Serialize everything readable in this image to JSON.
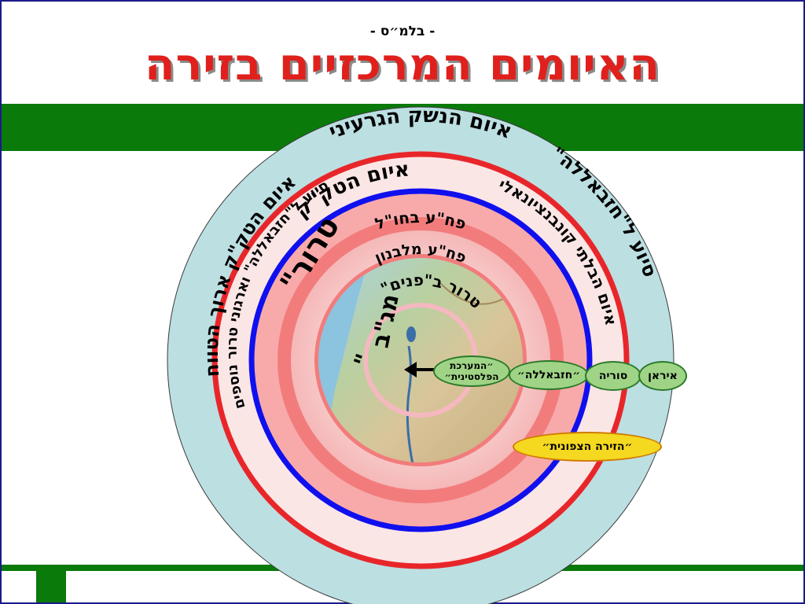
{
  "header": {
    "classification": "- בלמ״ס -",
    "title": "האיומים המרכזיים בזירה"
  },
  "rings": {
    "outer_top": "איום הנשק הגרעיני",
    "outer_left": "איום הטק\"ק ארוך הטווח",
    "outer_right": "סיוע ל\"חזבאללה\"",
    "red_top": "איום הטק\"ק",
    "red_left": "סיוע ל\"חזבאללה\" וארגוני טרור נוספים",
    "red_right": "איום הבלתי קונבנציונאלי",
    "blue_top": "פח\"ע בחו\"ל",
    "pink_top": "פח\"ע מלבנון",
    "terror_big": "טרור\"",
    "inner_top": "טרור ב\"פנים\"",
    "inner_mid": "מג\"ב",
    "inner_quote": "\""
  },
  "entities": {
    "palestinian": "״המערכת הפלסטינית״",
    "hezbollah": "״חזבאללה״",
    "syria": "סוריה",
    "iran": "איראן",
    "northern_arena": "״הזירה הצפונית״"
  },
  "colors": {
    "title_red": "#e0201c",
    "bar_green": "#0a7a0a",
    "outer_ring": "#bcdfe2",
    "red_ring": "#e8262a",
    "blue_ring": "#1010ee",
    "pink_band": "#f8aaaa",
    "salmon_band": "#f27c7c"
  }
}
